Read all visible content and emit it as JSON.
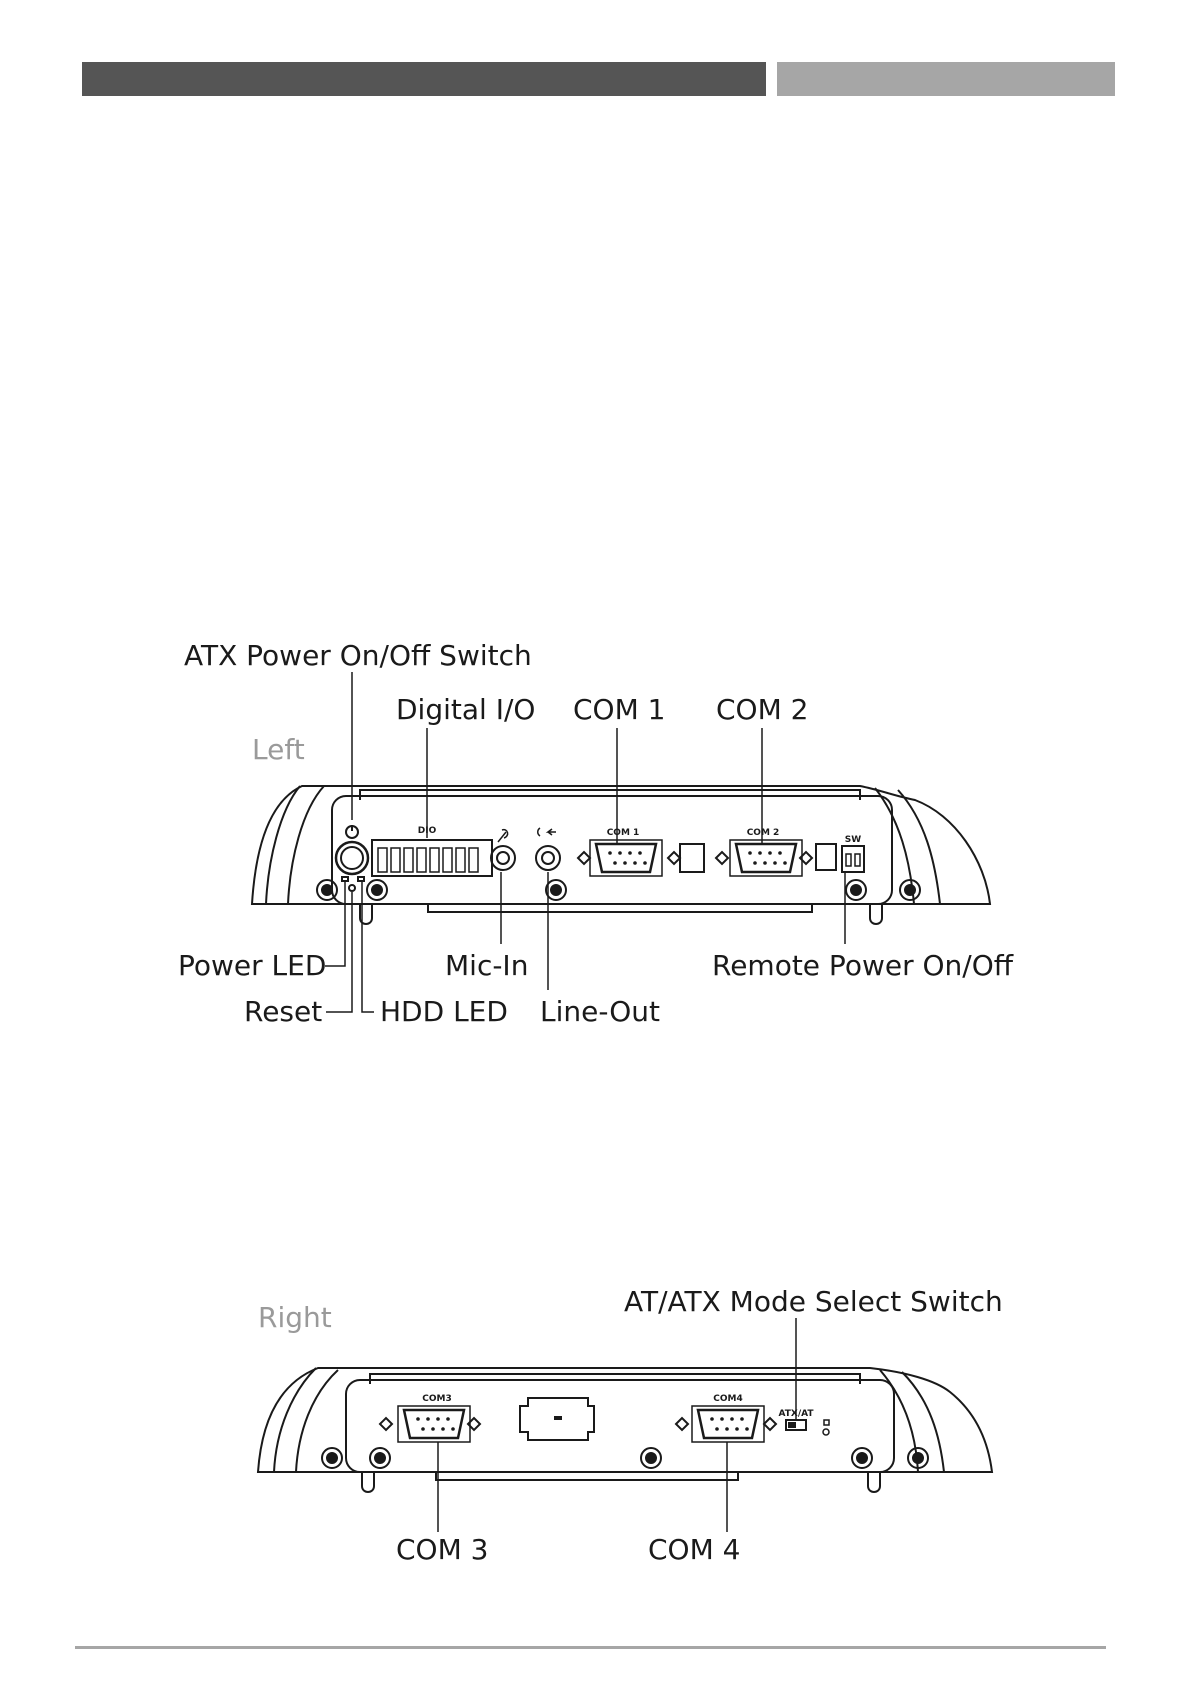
{
  "left_view": {
    "title": "Left",
    "callouts": {
      "atx_power_switch": "ATX Power On/Off Switch",
      "digital_io": "Digital I/O",
      "com1": "COM 1",
      "com2": "COM 2",
      "power_led": "Power LED",
      "reset": "Reset",
      "hdd_led": "HDD LED",
      "mic_in": "Mic-In",
      "line_out": "Line-Out",
      "remote_power": "Remote Power On/Off"
    },
    "panel_marks": {
      "dio": "DIO",
      "com1": "COM 1",
      "com2": "COM 2",
      "sw": "SW"
    }
  },
  "right_view": {
    "title": "Right",
    "callouts": {
      "mode_switch": "AT/ATX Mode Select Switch",
      "com3": "COM 3",
      "com4": "COM 4"
    },
    "panel_marks": {
      "com3": "COM3",
      "com4": "COM4",
      "atx_at": "ATX/AT"
    }
  }
}
